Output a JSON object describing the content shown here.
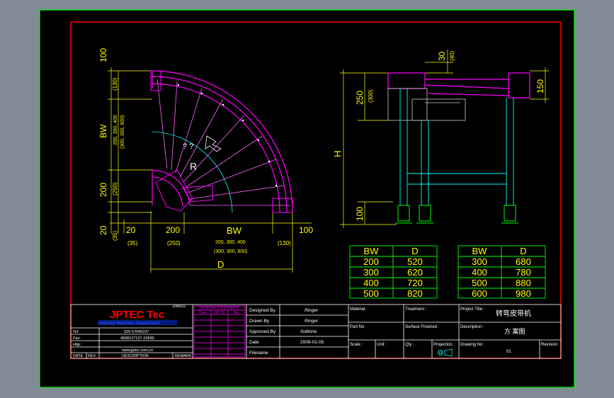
{
  "colors": {
    "background": "#808b96",
    "sheet": "#000000",
    "border_green": "#00ff00",
    "frame_red": "#ff0000",
    "dim_yellow": "#ffff00",
    "part_magenta": "#ff00ff",
    "part_cyan": "#00ffff",
    "text_white": "#ffffff",
    "brand_red": "#ff0000",
    "brand_blue": "#3060ff"
  },
  "plan_view": {
    "dim_100_top": "100",
    "dim_130_top": "(130)",
    "dim_bw_left": "BW",
    "dim_bw_left_values": "250, 300, 400",
    "dim_bw_left_values_alt": "(300, 300, 600)",
    "dim_200_left": "200",
    "dim_250_left": "(250)",
    "dim_20_left": "20",
    "dim_35_left": "(35)",
    "dim_20_bottom": "20",
    "dim_35_bottom": "(35)",
    "dim_200_bottom": "200",
    "dim_250_bottom": "(250)",
    "dim_bw_bottom": "BW",
    "dim_bw_bottom_values": "200, 300, 400",
    "dim_bw_bottom_values_alt": "(300, 300, 600)",
    "dim_100_right": "100",
    "dim_130_right": "(130)",
    "dim_d": "D",
    "radius_label": "R",
    "radius_marks": "?  ?"
  },
  "side_view": {
    "dim_30": "30",
    "dim_40": "(40)",
    "dim_250": "250",
    "dim_300": "(300)",
    "dim_150": "150",
    "dim_h": "H",
    "dim_100": "100"
  },
  "table_left": {
    "headers": [
      "BW",
      "D"
    ],
    "rows": [
      [
        "200",
        "520"
      ],
      [
        "300",
        "620"
      ],
      [
        "400",
        "720"
      ],
      [
        "500",
        "820"
      ]
    ]
  },
  "table_right": {
    "headers": [
      "BW",
      "D"
    ],
    "rows": [
      [
        "300",
        "680"
      ],
      [
        "400",
        "780"
      ],
      [
        "500",
        "880"
      ],
      [
        "600",
        "980"
      ]
    ]
  },
  "title_block": {
    "company": "JPTEC Tec",
    "tagline": "Industry Machine Department",
    "stamp": "ENRGS",
    "tel_label": "Tel:",
    "tel_value": "025-57045237",
    "fax_label": "Fax:",
    "fax_value": "4008127127-10990",
    "http_label": "Http:",
    "http_value": "www.jptec.com.cn",
    "footer_labels": [
      "DATE",
      "REV",
      "DESCRIPTION",
      "REMARK"
    ],
    "tolerance_title": "GENERAL TOLERANCE",
    "tolerance_headers": [
      "Over",
      "UP TO",
      "Tol."
    ],
    "designed_label": "Designed By",
    "designed_value": "Ringer",
    "drawn_label": "Drawn By",
    "drawn_value": "Ringer",
    "approved_label": "Approved By",
    "approved_value": "Solitone",
    "date_label": "Date",
    "date_value": "2009-01-05",
    "filename_label": "Filename",
    "material_label": "Material :",
    "treatment_label": "Treatment :",
    "project_title_label": "Project Title :",
    "project_title_value": "转弯皮带机",
    "part_no_label": "Part No",
    "surface_label": "Surface Finished :",
    "description_label": "Description :",
    "description_value": "方 案图",
    "scale_label": "Scale :",
    "unit_label": "Unit :",
    "qty_label": "Qty :",
    "projection_label": "Projection :",
    "drawing_no_label": "Drawing No :",
    "drawing_no_value": "01",
    "revision_label": "Revision:"
  }
}
